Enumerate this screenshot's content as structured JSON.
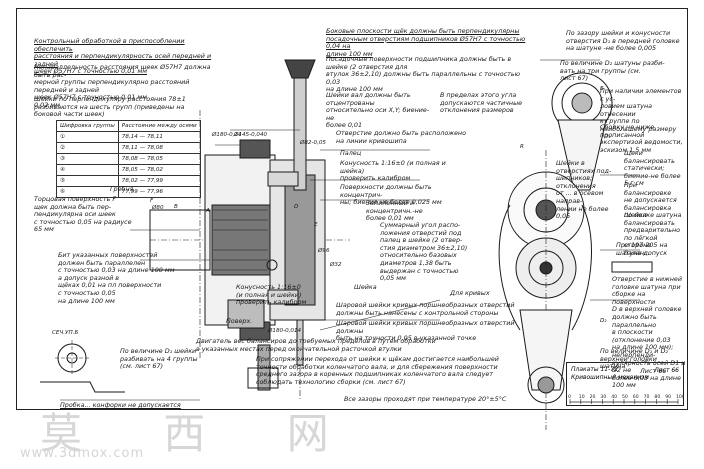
{
  "notes": {
    "left_1": "Контрольный обработкой в приспособлении обеспечить\nрасстояния и перпендикулярность осей передней и задней\nшеек Ø57Н7 с точностью 0,01 мм",
    "left_2": "Непараллельность расстояния шеек Ø57Н7 должна быть рас-\nмерной группы перпендикулярно расстояний передней и задней\nшеек Ø57Н7 с точностью 0,01 мм\n0,02 мм",
    "left_3": "Шейки по перпендикуляру расстояния 78±1\nразбиваются на шесть групп (приведены на\nбоковой части шеек)",
    "left_4": "Торцовая поверхность F\nщек должна быть пер-\nпендикулярна оси шеек\nс точностью 0,05 на радиусе\n65 мм",
    "left_5": "Бит указанных поверхностей\nдолжен быть параллелен\nс точностью 0,03 на длине 100 мм\nа допуск разной в\nщёках 0,01 на пл поверхности\nс точностью 0,05\nна длине 100 мм",
    "left_6": "По величине D₁ шейки\nразбивать на 4 группы\n(см. лист 67)",
    "left_7": "Гребня",
    "left_8": "Пробка... конфорки не допускается",
    "mid_1": "Боковые плоскости щёк должны быть перпендикулярны\nпосадочным отверстиям подшипников Ø57Н7 с точностью 0,04 на\nдлине 100 мм",
    "mid_2": "Посадочные поверхности подшипника должны быть в шейке (2 отверстия для\nвтулок 36±2,10) должны быть параллельны с точностью 0,03\nна длине 100 мм",
    "mid_3": "Шейки вал должны быть отцентрованы\nотносительно оси X,Y; биение-не\nболее 0,01",
    "mid_4": "В пределах этого угла\nдопускаются частичные\nотклонения размеров",
    "mid_5": "Отверстие должно быть расположено\nна линии кривошипа",
    "mid_6": "Конусность 1:16±0 (и полная и шейка)\nпроверить калибром",
    "mid_7": "Поверхности должны быть концентрич-\nны; биение не более 0,025 мм",
    "mid_8": "Запиленный и\nконцентричн.-не\nболее 0,01 мм",
    "mid_9": "Суммарный угол распо-\nложения отверстий под\nпалец в шейке (2 отвер-\nстия диаметром 36±2,10)\nотносительно базовых\nдиаметров 1,38 быть\nвыдержан с точностью\n0,05 мм",
    "mid_10": "Конусность 1:16±0\n(и полная и шейки)\nпроверить калибром",
    "mid_11": "Шейка",
    "mid_12": "Поверх.",
    "mid_13": "Палец",
    "mid_14": "Для кривых",
    "mid_15": "Шаровой шейки кривых поршнеобразных отверстий\nдолжны быть нанесены с контрольной стороны",
    "mid_16": "Шаровой шейки кривых поршнеобразных отверстий должны\nбыть на точности 0,05 в указанной точке",
    "bottom_1": "Двигатель вес балансиров до требуемых пределов в путем обработки\nв указанных местах перед окончательной расточкой втулки",
    "bottom_2": "При сопряжении перехода от шейки к щёкам достигается наибольшей\nточности обработки коленчатого вала, и для сбережения поверхности\nсреднего зазора в коренных подшипниках коленчатого вала следует\nсоблюдать технологию сборки (см. лист 67)",
    "bottom_3": "Все зазоры проходят при температуре 20°±5°С",
    "right_1": "По зазору шейки и конусности\nотверстия D₁ в передней головке\nна шатуне -не более 0,005",
    "right_2": "По величине D₂ шатуны разби-\nвать на три группы (см.\nлист 67)",
    "right_3": "При наличии элементов с ус-\nловием шатуна отнесении\nк группе по наибольшему размеру",
    "right_4": "Сборку не ниже прописанной\nэкспертизой ведомости,\nэскизом 1,5 мм",
    "right_5": "Щеки балансировать\nстатически;\nбиение-не более\n5 г·см",
    "right_6": "При балансировке\nне допускается\nбалансировка\nпо полке шатуна",
    "right_7": "Шейки балансировать\nпредварительно\nпо лёгкой стороне\nбаланс.",
    "right_8": "Шейки в отверстиях под-\nшипников; отклонения\nот ... в осевом направ-\nлении не более 0,05",
    "right_9": "При 197·205 на\nшатуне допуск",
    "right_10": "Отверстие в нижней\nголовке шатуна при\nсборке на поверхности\nD в верхней головке\nдолжно быть параллельно\nв плоскости (отклонение 0,03\nна длине 100 мм); неперпенди-\nкулярность осей D1 и D2 не\nболее 0,03 на длине 100 мм",
    "right_11": "По величине D₁ и D₂ верхней головки\nшатуна",
    "right_12": "Лист 66",
    "dims": [
      "Ø180-0,14",
      "Ø145-0,040",
      "Ø82-0,05",
      "Ø180-0,014",
      "Ø80",
      "Ø96",
      "Ø32",
      "A",
      "B",
      "D",
      "E",
      "D₁",
      "D₂",
      "R",
      "Б",
      "F",
      "CЕЧ.УП.Б"
    ]
  },
  "table": {
    "headers": [
      "Шифровка группы",
      "Расстояние между осями"
    ],
    "rows": [
      [
        "①",
        "78,14 — 78,11"
      ],
      [
        "②",
        "78,11 — 78,08"
      ],
      [
        "③",
        "78,08 — 78,05"
      ],
      [
        "④",
        "78,05 — 78,02"
      ],
      [
        "⑤",
        "78,02 — 77,99"
      ],
      [
        "⑥",
        "77,99 — 77,96"
      ]
    ]
  },
  "title_block": {
    "name": "Плакаты 11-72",
    "subtitle": "Кривошипный механизм",
    "sheet": "Лист 66"
  },
  "scale_labels": [
    "0",
    "10",
    "20",
    "30",
    "40",
    "50",
    "60",
    "70",
    "80",
    "90",
    "100мм"
  ],
  "watermark": {
    "chars": "莫 西 网",
    "url": "www.3dmox.com"
  }
}
